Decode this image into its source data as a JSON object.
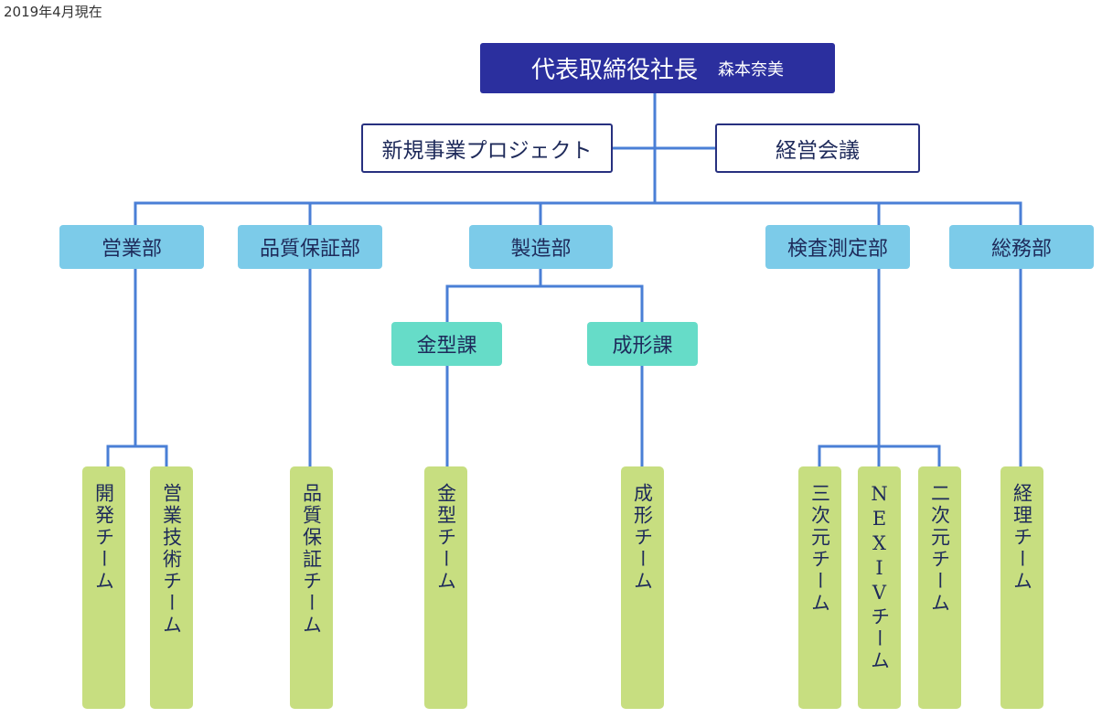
{
  "date_note": "2019年4月現在",
  "ceo": {
    "title": "代表取締役社長",
    "name": "森本奈美"
  },
  "staff": {
    "new_business": "新規事業プロジェクト",
    "management_meeting": "経営会議"
  },
  "departments": [
    "営業部",
    "品質保証部",
    "製造部",
    "検査測定部",
    "総務部"
  ],
  "sections": [
    "金型課",
    "成形課"
  ],
  "teams": [
    "開発チーム",
    "営業技術チーム",
    "品質保証チーム",
    "金型チーム",
    "成形チーム",
    "三次元チーム",
    "NEXIVチーム",
    "二次元チーム",
    "経理チーム"
  ],
  "colors": {
    "ceo": "#2b2f9e",
    "outline": "#27307f",
    "department": "#7ccbe9",
    "section": "#66dcc8",
    "team": "#c7de80",
    "line": "#4a7fd6"
  }
}
